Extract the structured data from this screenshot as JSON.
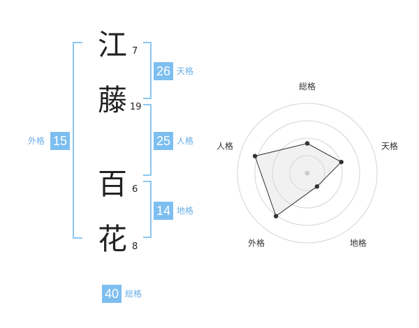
{
  "name": {
    "chars": [
      {
        "char": "江",
        "strokes": "7"
      },
      {
        "char": "藤",
        "strokes": "19"
      },
      {
        "char": "百",
        "strokes": "6"
      },
      {
        "char": "花",
        "strokes": "8"
      }
    ]
  },
  "fortunes": {
    "tenkaku": {
      "value": "26",
      "label": "天格"
    },
    "jinkaku": {
      "value": "25",
      "label": "人格"
    },
    "chikaku": {
      "value": "14",
      "label": "地格"
    },
    "gaikaku": {
      "value": "15",
      "label": "外格"
    },
    "soukaku": {
      "value": "40",
      "label": "総格"
    }
  },
  "colors": {
    "accent": "#7dbef0",
    "bracket": "#8ac6f2",
    "label": "#6aaee6"
  },
  "chart_data": {
    "type": "radar",
    "axes": [
      "総格",
      "天格",
      "地格",
      "外格",
      "人格"
    ],
    "max": 4,
    "rings": 4,
    "values": [
      1.7,
      2.05,
      0.95,
      3.05,
      3.15
    ]
  }
}
